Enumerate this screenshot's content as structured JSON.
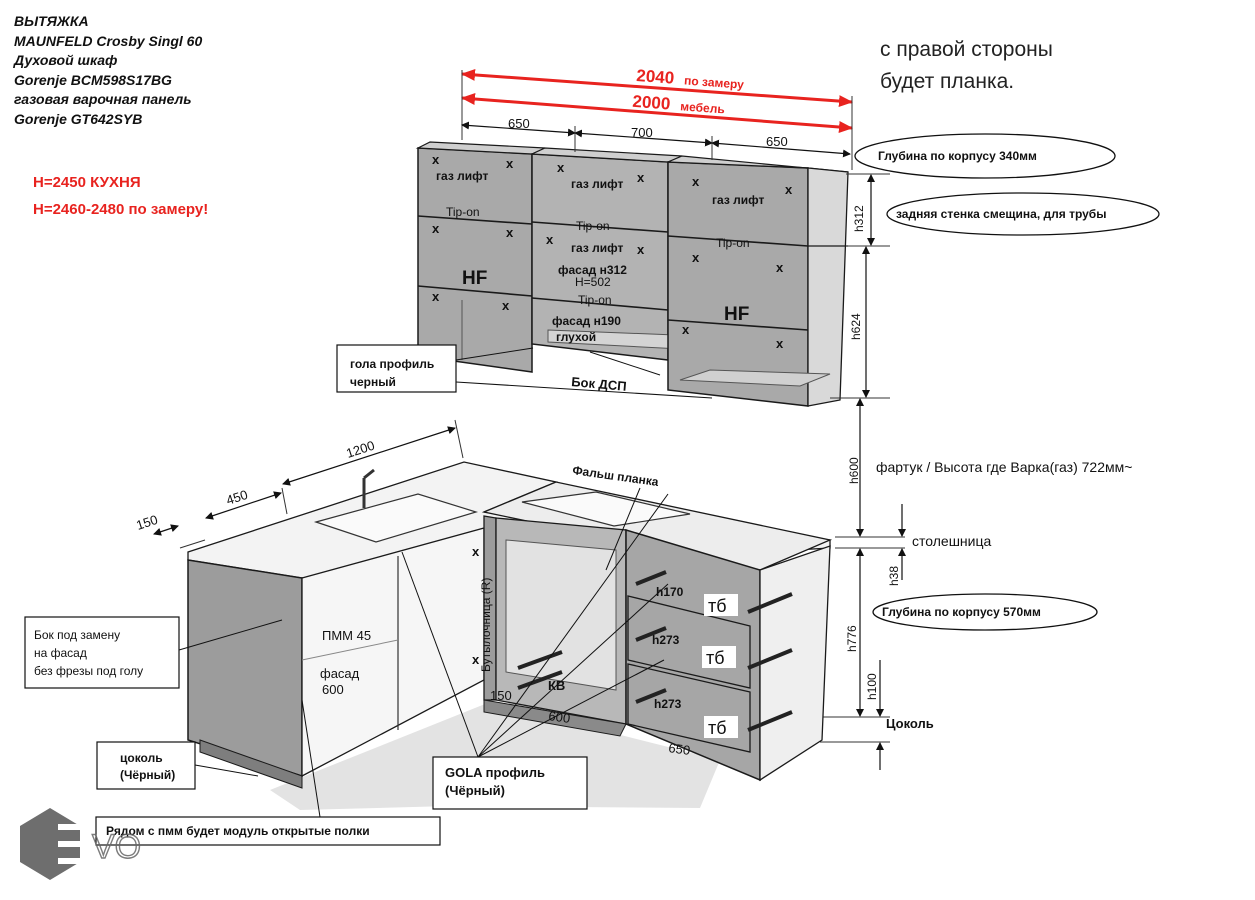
{
  "header_lines": [
    "ВЫТЯЖКА",
    "MAUNFELD Crosby Singl 60",
    "Духовой шкаф",
    "Gorenje BCM598S17BG",
    "газовая варочная панель",
    "Gorenje GT642SYB"
  ],
  "height_notes": [
    "H=2450 КУХНЯ",
    "H=2460-2480 по замеру!"
  ],
  "right_note_lines": [
    "с правой стороны",
    "будет планка."
  ],
  "top_dims": {
    "measured_num": "2040",
    "measured_text": "по замеру",
    "furniture_num": "2000",
    "furniture_text": "мебель",
    "w1": "650",
    "w2": "700",
    "w3": "650"
  },
  "upper_labels": {
    "gas_lift": "газ лифт",
    "tip_on": "Tip-on",
    "hf": "HF",
    "facade_312": "фасад н312",
    "h502": "H=502",
    "facade_190": "фасад н190",
    "blind": "глухой",
    "cross": "x"
  },
  "callouts": {
    "depth_upper": "Глубина по корпусу 340мм",
    "back_wall": "задняя стенка смещина, для трубы",
    "gola_black": [
      "гола профиль",
      "черный"
    ],
    "side_chipboard": "Бок ДСП",
    "false_plank": "Фальш планка",
    "apron": "фартук / Высота где Варка(газ) 722мм~",
    "countertop": "столешница",
    "depth_lower": "Глубина по корпусу 570мм",
    "plinth": "Цоколь",
    "side_replace": [
      "Бок под замену",
      "на фасад",
      "без фрезы под голу"
    ],
    "plinth_black": [
      "цоколь",
      "(Чёрный)"
    ],
    "gola_profile": [
      "GOLA профиль",
      "(Чёрный)"
    ],
    "open_shelves": "Рядом с пмм будет модуль открытые полки"
  },
  "right_dims": {
    "h312": "h312",
    "h624": "h624",
    "h600": "h600",
    "h38": "h38",
    "h776": "h776",
    "h100": "h100"
  },
  "lower_dims": {
    "d150": "150",
    "d450": "450",
    "d1200": "1200",
    "b150": "150",
    "b600": "600",
    "b650": "650"
  },
  "lower_labels": {
    "pmm": "ПММ 45",
    "facade": "фасад",
    "facade_600": "600",
    "bottle": "Бутылочница (R)",
    "kv": "КВ",
    "h170": "h170",
    "h273a": "h273",
    "h273b": "h273",
    "tb": "тб"
  },
  "logo_text": "VO",
  "colors": {
    "cabinet": "#a3a3a3",
    "cabinet_dark": "#8a8a8a",
    "line": "#1a1a1a",
    "red": "#e8231f",
    "counter": "#f2f2f2"
  }
}
